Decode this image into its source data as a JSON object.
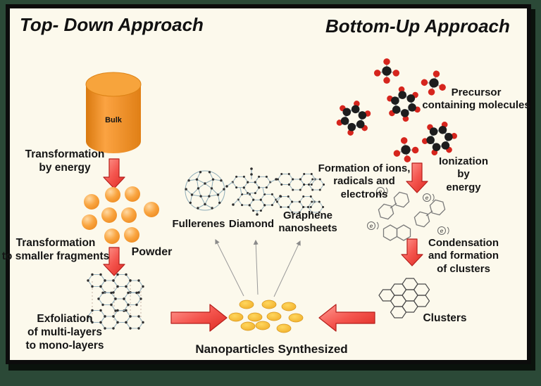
{
  "top_down": {
    "title": "Top- Down Approach",
    "bulk_label": "Bulk",
    "transformation_energy": "Transformation\nby energy",
    "powder_label": "Powder",
    "transformation_fragments": "Transformation\nto smaller fragments",
    "exfoliation": "Exfoliation\nof multi-layers\nto mono-layers"
  },
  "bottom_up": {
    "title": "Bottom-Up Approach",
    "precursor": "Precursor\ncontaining molecules",
    "formation": "Formation of ions,\nradicals and\nelectrons",
    "ionization": "Ionization\nby\nenergy",
    "condensation": "Condensation\nand formation\nof clusters",
    "clusters_label": "Clusters"
  },
  "center": {
    "fullerenes_label": "Fullerenes",
    "diamond_label": "Diamond",
    "graphene_label": "Graphene\nnanosheets",
    "result_label": "Nanoparticles Synthesized",
    "electron_symbol": "e"
  },
  "colors": {
    "background": "#fcf9ec",
    "frame": "#0c0c0c",
    "outer": "#2b4937",
    "bulk_orange": "#f0922f",
    "arrow_red": "#ee3a38",
    "nanoparticle_yellow": "#f3b42c",
    "atom_black": "#1d1d1d",
    "atom_red": "#d6251d",
    "lattice_line": "#9ab4c0",
    "text": "#151515"
  },
  "illustrations": [
    "bulk-cylinder-icon",
    "powder-spheres-icon",
    "multilayer-sheets-icon",
    "fullerene-icon",
    "diamond-lattice-icon",
    "graphene-nanosheets-icon",
    "nanoparticles-icon",
    "precursor-molecules-icon",
    "ion-radical-molecules-icon",
    "clusters-icon",
    "down-arrow-icon",
    "right-arrow-icon",
    "left-arrow-icon"
  ]
}
